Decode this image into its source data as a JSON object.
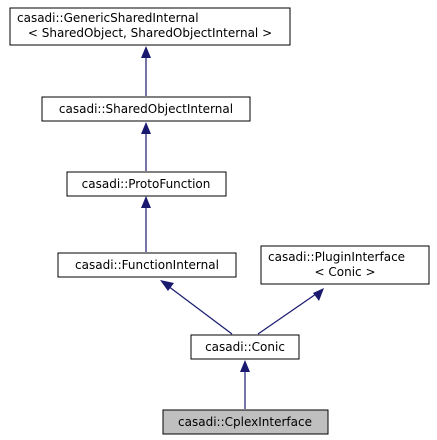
{
  "diagram": {
    "nodes": {
      "generic_shared_internal": {
        "lines": [
          "casadi::GenericSharedInternal",
          "< SharedObject, SharedObjectInternal >"
        ]
      },
      "shared_object_internal": {
        "lines": [
          "casadi::SharedObjectInternal"
        ]
      },
      "proto_function": {
        "lines": [
          "casadi::ProtoFunction"
        ]
      },
      "function_internal": {
        "lines": [
          "casadi::FunctionInternal"
        ]
      },
      "plugin_interface": {
        "lines": [
          "casadi::PluginInterface",
          "< Conic >"
        ]
      },
      "conic": {
        "lines": [
          "casadi::Conic"
        ]
      },
      "cplex_interface": {
        "lines": [
          "casadi::CplexInterface"
        ],
        "highlighted": true
      }
    },
    "edges": [
      {
        "from": "shared_object_internal",
        "to": "generic_shared_internal"
      },
      {
        "from": "proto_function",
        "to": "shared_object_internal"
      },
      {
        "from": "function_internal",
        "to": "proto_function"
      },
      {
        "from": "conic",
        "to": "function_internal"
      },
      {
        "from": "conic",
        "to": "plugin_interface"
      },
      {
        "from": "cplex_interface",
        "to": "conic"
      }
    ],
    "colors": {
      "edge": "#191970",
      "node_border": "#000000",
      "node_fill": "#ffffff",
      "highlight_fill": "#bfbfbf"
    }
  }
}
